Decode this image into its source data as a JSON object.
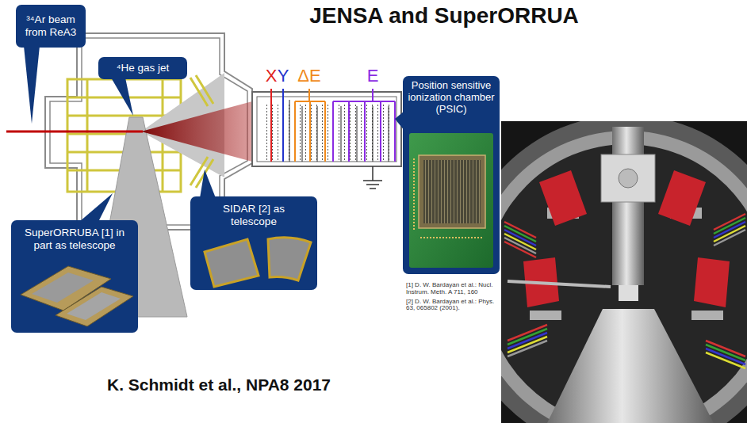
{
  "diagram": {
    "title": "JENSA and SuperORRUA",
    "caption": "K. Schmidt et al., NPA8 2017",
    "nodes": [
      {
        "text": [
          "³⁴Ar beam from ReA3"
        ]
      },
      {
        "text": [
          "⁴He gas jet"
        ]
      },
      {
        "text": [
          "SuperORRUBA [1] in part as telescope"
        ]
      },
      {
        "text": [
          "SIDAR [2] as telescope"
        ]
      },
      {
        "text": [
          "Position sensitive ionization chamber (PSIC)"
        ]
      }
    ],
    "labels": [
      "X",
      "Y",
      "ΔE",
      "E",
      "[1] D. W. Bardayan et al.: Nucl. Instrum. Meth. A 711, 160",
      "[2] D. W. Bardayan et al.: Phys. 63, 065802 (2001)."
    ]
  }
}
